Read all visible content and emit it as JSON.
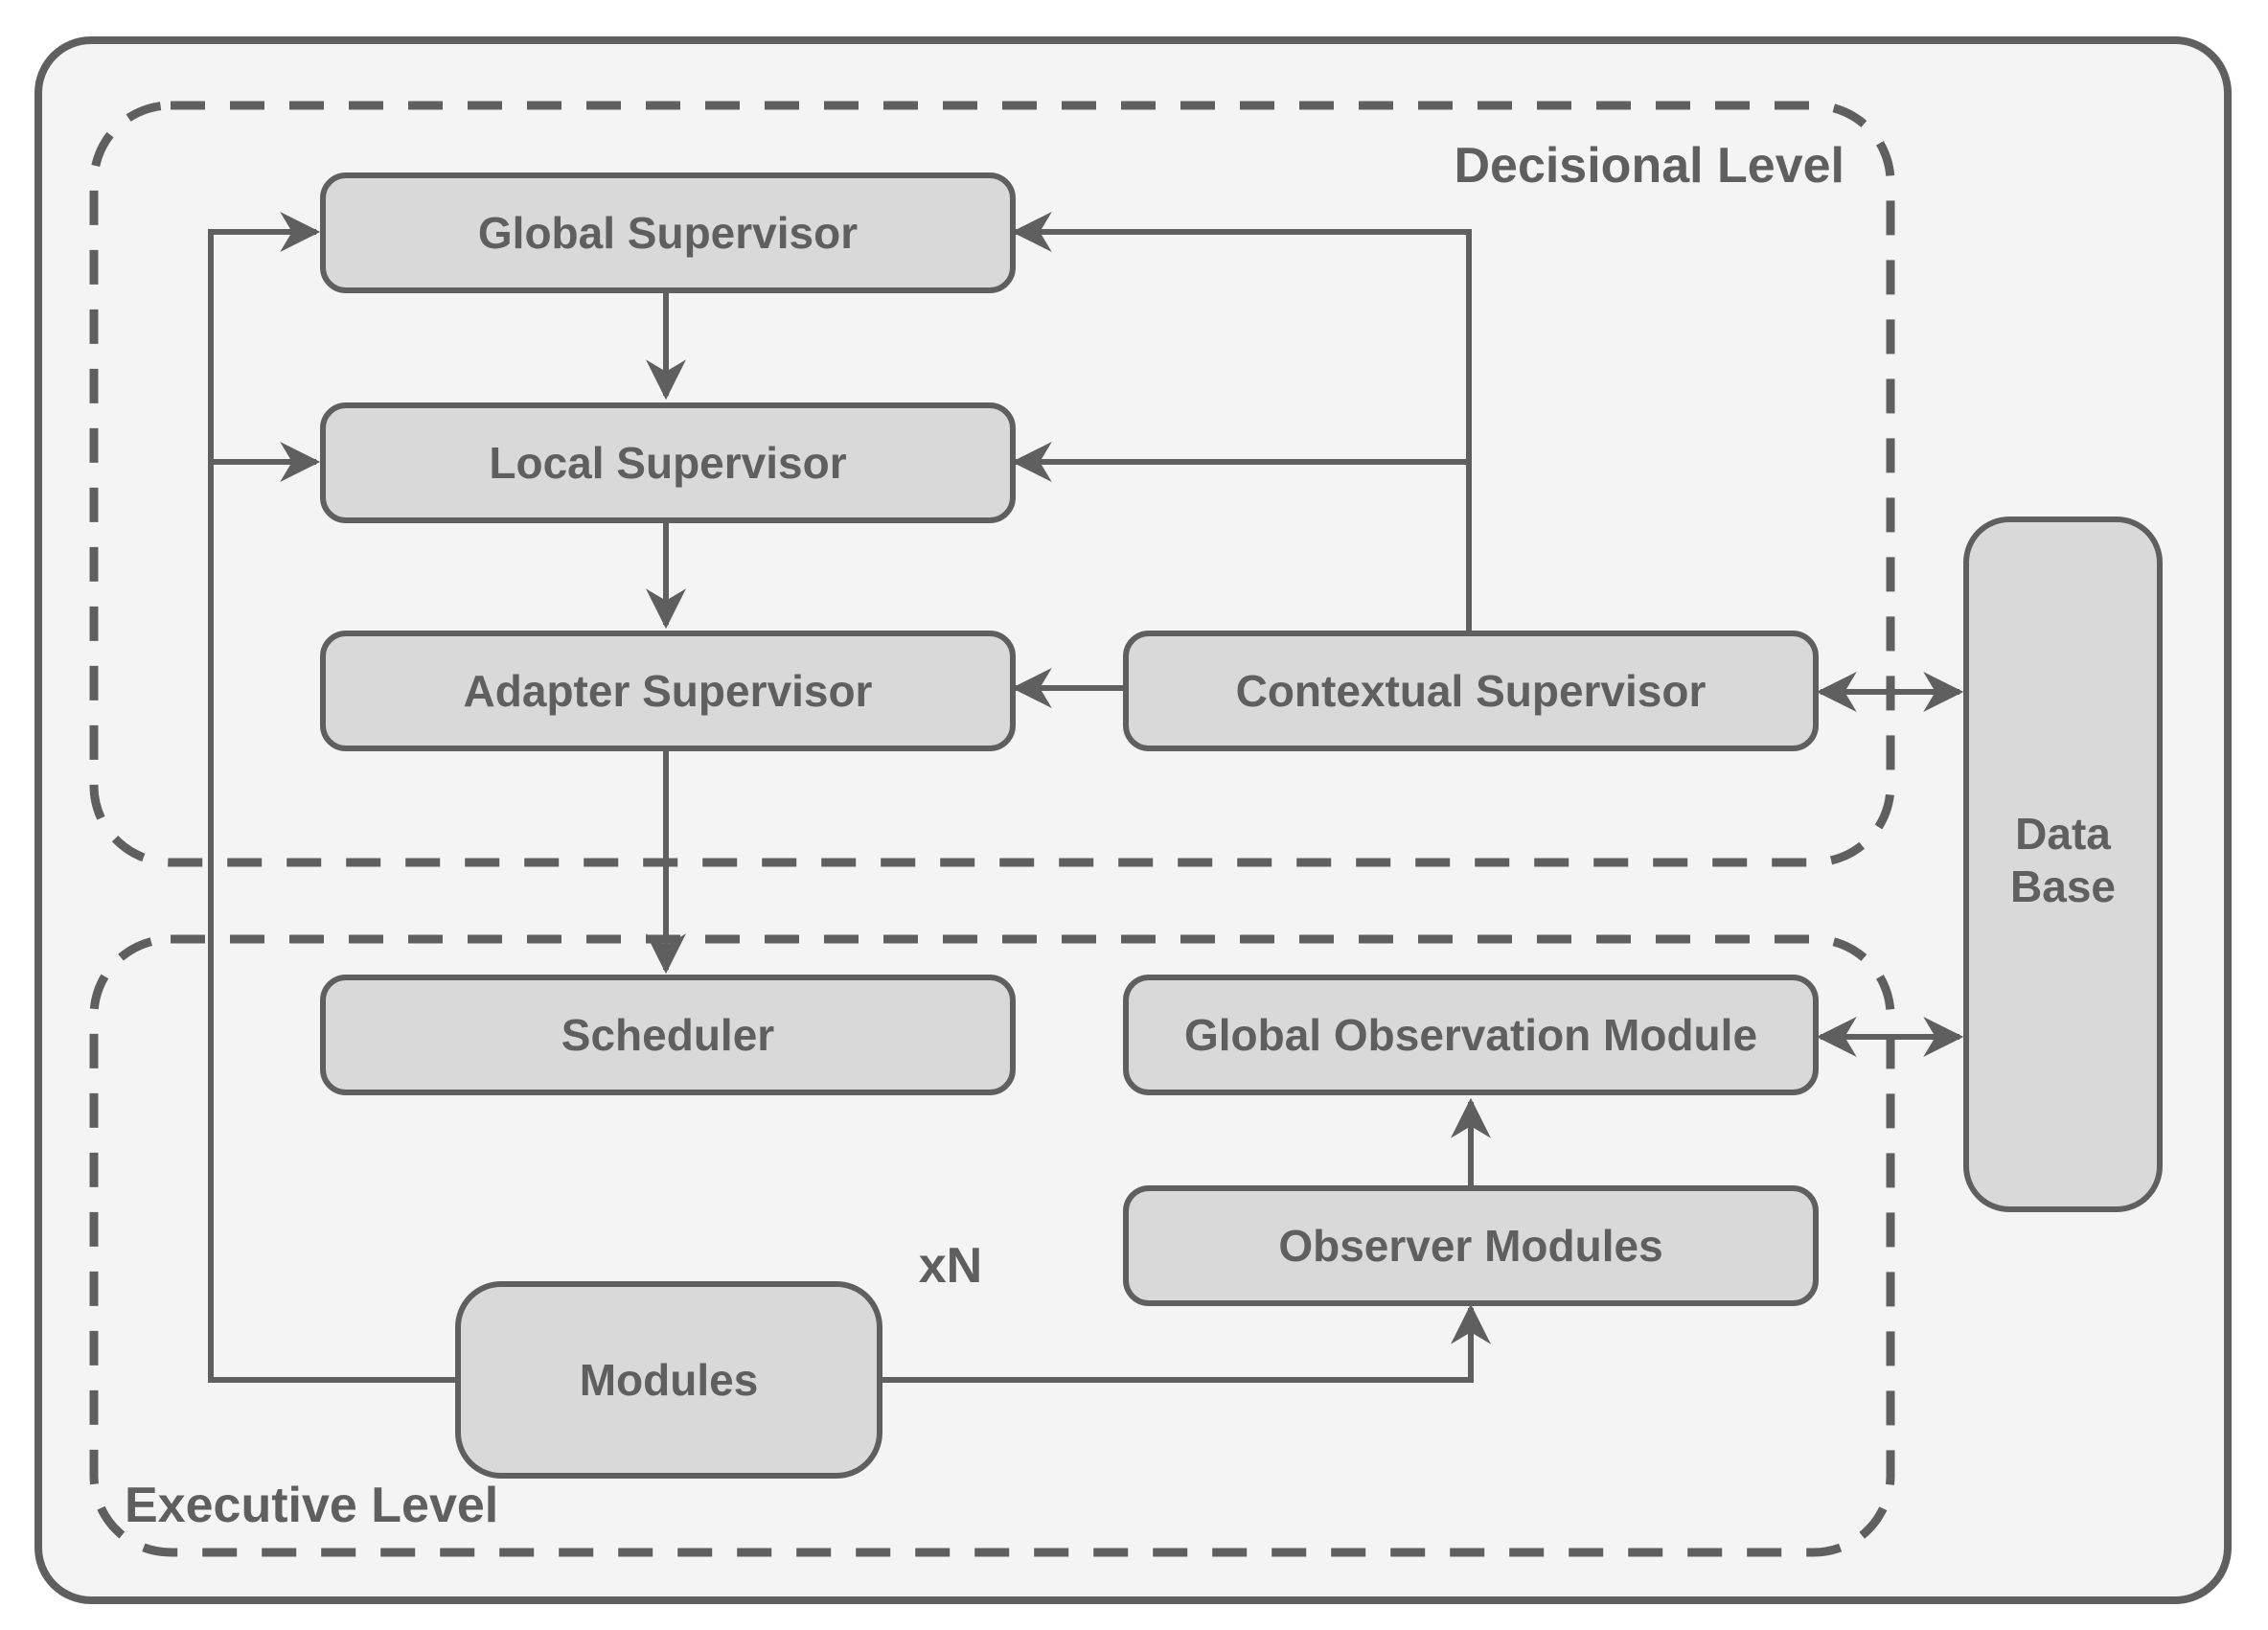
{
  "regions": {
    "decisional": "Decisional Level",
    "executive": "Executive Level"
  },
  "nodes": {
    "global_supervisor": "Global Supervisor",
    "local_supervisor": "Local Supervisor",
    "adapter_supervisor": "Adapter Supervisor",
    "contextual_supervisor": "Contextual Supervisor",
    "scheduler": "Scheduler",
    "global_observation_module": "Global Observation Module",
    "observer_modules": "Observer Modules",
    "modules": "Modules",
    "database_line1": "Data",
    "database_line2": "Base"
  },
  "multiplicity": "xN",
  "colors": {
    "background": "#f4f4f4",
    "box_fill": "#d9d9d9",
    "stroke": "#5f5f5f"
  }
}
